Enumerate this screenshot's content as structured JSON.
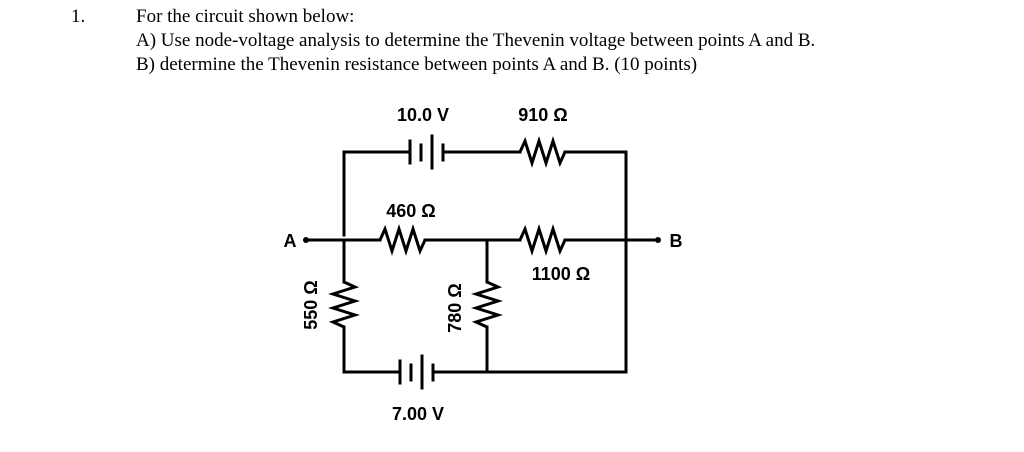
{
  "problem": {
    "number": "1.",
    "intro": "For the circuit shown below:",
    "part_a": "A) Use node-voltage analysis to determine the Thevenin voltage between points A and B.",
    "part_b": "B) determine the Thevenin resistance between points A and B. (10 points)"
  },
  "circuit": {
    "source_top": "10.0 V",
    "res_top": "910 Ω",
    "res_mid": "460 Ω",
    "res_right": "1100 Ω",
    "res_left": "550 Ω",
    "res_center": "780 Ω",
    "source_bottom": "7.00 V",
    "node_a": "A",
    "node_b": "B"
  }
}
